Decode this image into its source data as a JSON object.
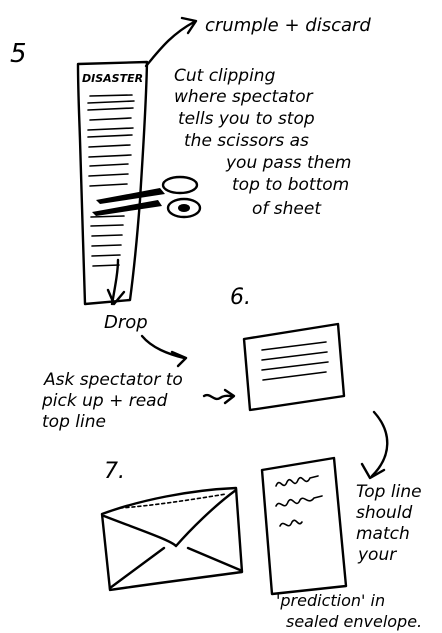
{
  "steps": {
    "five": {
      "number": "5",
      "clipping_headline": "DISASTER",
      "top_note": "crumple + discard",
      "instruction_lines": [
        "Cut clipping",
        "where spectator",
        "tells you to stop",
        "the scissors as",
        "you pass them",
        "top to bottom",
        "of sheet"
      ],
      "drop_label": "Drop"
    },
    "six": {
      "number": "6.",
      "instruction_lines": [
        "Ask spectator to",
        "pick up + read",
        "top line"
      ]
    },
    "seven": {
      "number": "7.",
      "result_lines": [
        "Top line",
        "should",
        "match",
        "your",
        "'prediction' in",
        "sealed envelope."
      ]
    }
  },
  "colors": {
    "ink": "#000000",
    "paper": "#ffffff"
  },
  "icons": {
    "scissors": "scissors-icon",
    "envelope": "envelope-icon"
  }
}
